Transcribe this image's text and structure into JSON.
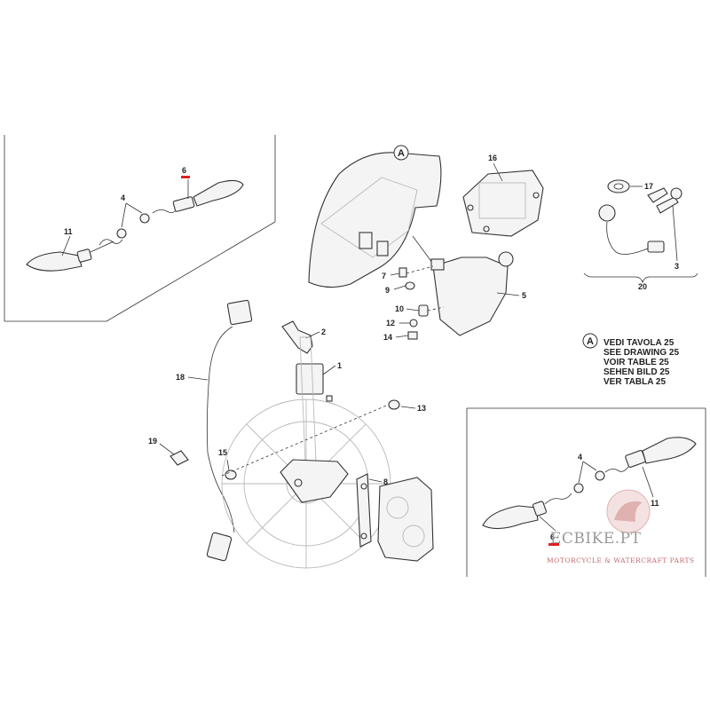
{
  "diagram": {
    "callouts": {
      "c1": "1",
      "c2": "2",
      "c3": "3",
      "c4a": "4",
      "c4b": "4",
      "c5": "5",
      "c6a": "6",
      "c6b": "6",
      "c7": "7",
      "c8": "8",
      "c9": "9",
      "c10": "10",
      "c11a": "11",
      "c11b": "11",
      "c12": "12",
      "c13": "13",
      "c14": "14",
      "c15": "15",
      "c16": "16",
      "c17": "17",
      "c18": "18",
      "c19": "19",
      "c20": "20"
    },
    "ref_marker": "A",
    "see_note": {
      "marker": "A",
      "lines": [
        "VEDI TAVOLA 25",
        "SEE DRAWING 25",
        "VOIR TABLE 25",
        "SEHEN BILD 25",
        "VER TABLA 25"
      ]
    },
    "highlight_color": "#e02020"
  },
  "watermark": {
    "brand": "ECBIKE.PT",
    "tagline": "MOTORCYCLE & WATERCRAFT PARTS"
  }
}
